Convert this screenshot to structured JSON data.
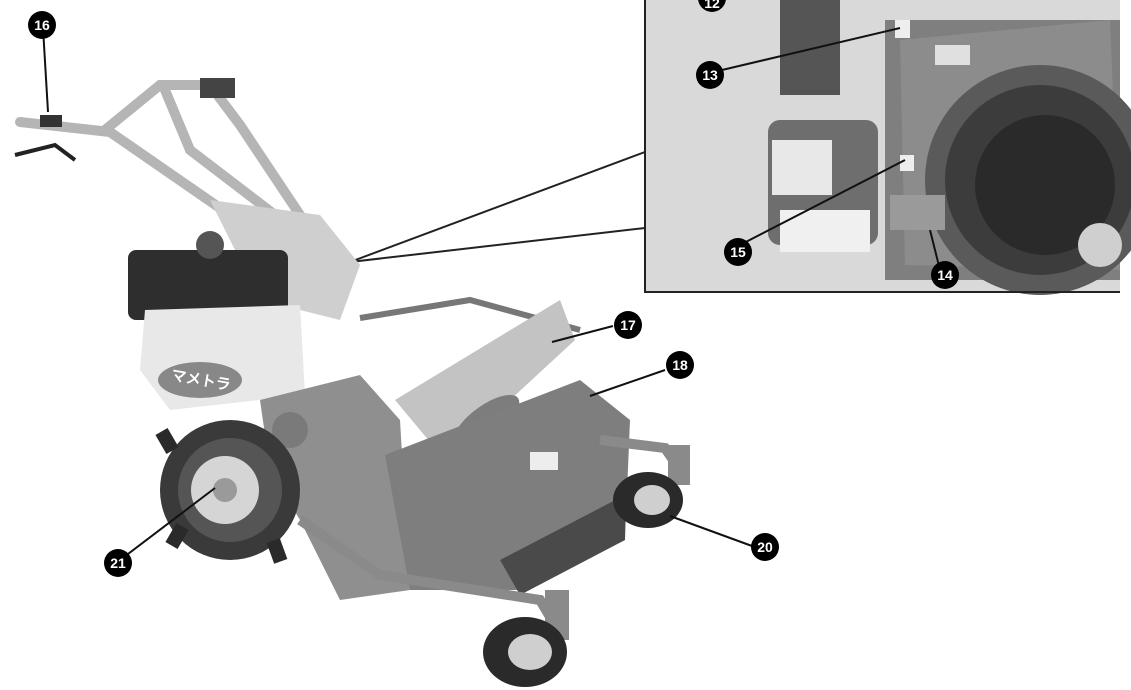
{
  "figure": {
    "brand_logo_text": "マメトラ",
    "callouts": [
      {
        "id": "12",
        "label": "12"
      },
      {
        "id": "13",
        "label": "13"
      },
      {
        "id": "14",
        "label": "14"
      },
      {
        "id": "15",
        "label": "15"
      },
      {
        "id": "16",
        "label": "16"
      },
      {
        "id": "17",
        "label": "17"
      },
      {
        "id": "18",
        "label": "18"
      },
      {
        "id": "20",
        "label": "20"
      },
      {
        "id": "21",
        "label": "21"
      }
    ]
  }
}
